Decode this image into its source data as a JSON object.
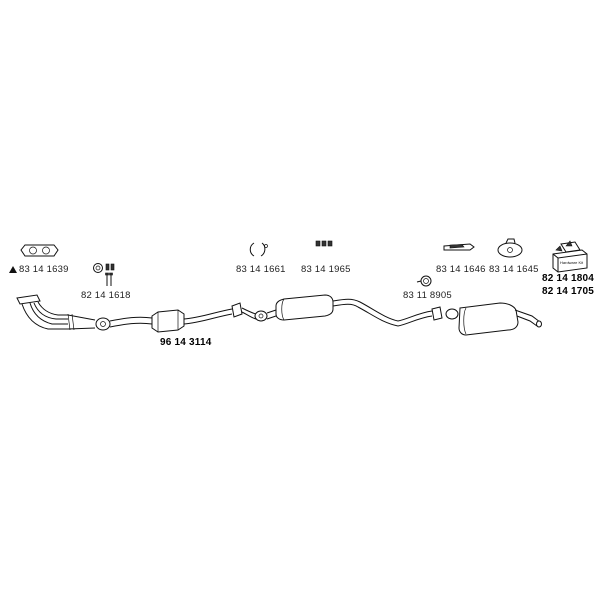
{
  "labels": {
    "p1639": "83 14 1639",
    "p1618": "82 14 1618",
    "p1661": "83 14 1661",
    "p1965": "83 14 1965",
    "p1646": "83 14 1646",
    "p1645": "83 14 1645",
    "p8905": "83 11 8905",
    "p1804": "82 14 1804",
    "p1705": "82 14 1705",
    "p3114": "96 14 3114"
  },
  "box_text": "Hardware Kit"
}
